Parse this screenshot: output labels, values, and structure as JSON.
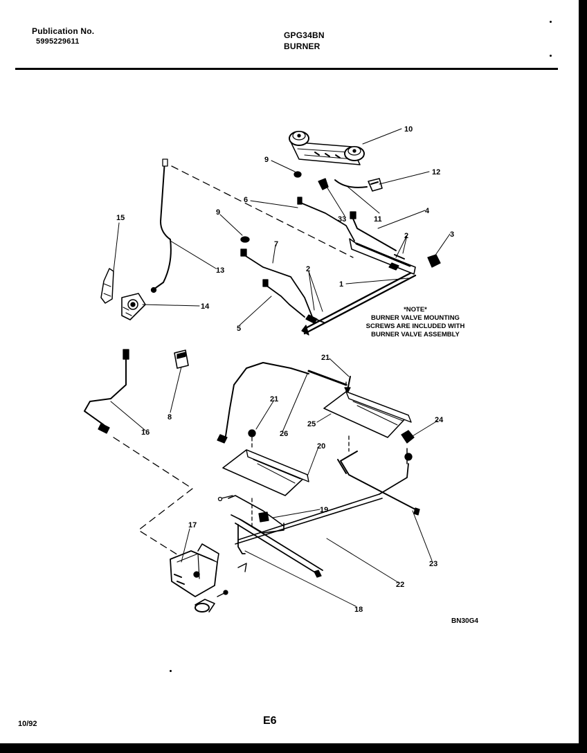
{
  "header": {
    "pub_label": "Publication No.",
    "pub_number": "5995229611",
    "model": "GPG34BN",
    "section": "BURNER"
  },
  "callouts": {
    "c1": "1",
    "c2a": "2",
    "c2b": "2",
    "c3": "3",
    "c4": "4",
    "c5": "5",
    "c6": "6",
    "c7": "7",
    "c8": "8",
    "c9a": "9",
    "c9b": "9",
    "c10": "10",
    "c11": "11",
    "c12": "12",
    "c13": "13",
    "c14": "14",
    "c15": "15",
    "c16": "16",
    "c17": "17",
    "c18": "18",
    "c19": "19",
    "c20": "20",
    "c21a": "21",
    "c21b": "21",
    "c22": "22",
    "c23": "23",
    "c24": "24",
    "c25": "25",
    "c26": "26",
    "c33": "33"
  },
  "note": {
    "title": "*NOTE*",
    "line1": "BURNER VALVE MOUNTING",
    "line2": "SCREWS ARE INCLUDED WITH",
    "line3": "BURNER VALVE ASSEMBLY"
  },
  "footer": {
    "diagram_code": "BN30G4",
    "date": "10/92",
    "page": "E6"
  }
}
